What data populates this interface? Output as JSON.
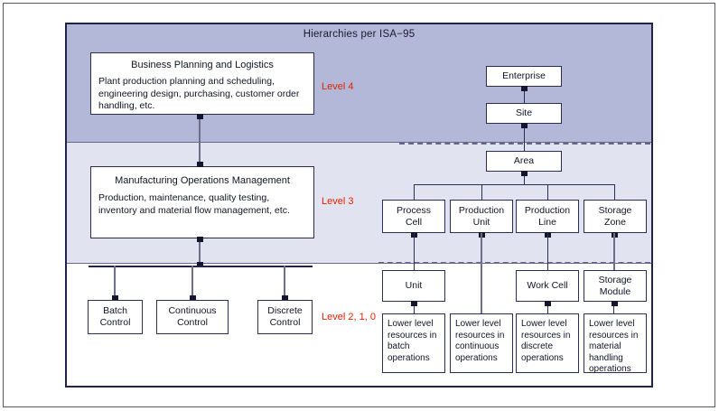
{
  "title": "Hierarchies per ISA−95",
  "levels": [
    {
      "id": "level4",
      "label": "Level 4"
    },
    {
      "id": "level3",
      "label": "Level 3"
    },
    {
      "id": "level210",
      "label": "Level 2, 1, 0"
    }
  ],
  "left_column": {
    "business_planning": {
      "title": "Business Planning and Logistics",
      "description": "Plant production planning and scheduling, engineering design, purchasing, customer order handling, etc."
    },
    "manufacturing_operations": {
      "title": "Manufacturing Operations Management",
      "description": "Production, maintenance, quality testing, inventory and material flow management, etc."
    },
    "controls": [
      {
        "label": "Batch\nControl"
      },
      {
        "label": "Continuous\nControl"
      },
      {
        "label": "Discrete\nControl"
      }
    ]
  },
  "right_hierarchy": {
    "top": [
      {
        "label": "Enterprise"
      },
      {
        "label": "Site"
      },
      {
        "label": "Area"
      }
    ],
    "middle": [
      {
        "label": "Process\nCell"
      },
      {
        "label": "Production\nUnit"
      },
      {
        "label": "Production\nLine"
      },
      {
        "label": "Storage\nZone"
      }
    ],
    "lower": [
      {
        "label": "Unit"
      },
      {
        "label": "Work Cell"
      },
      {
        "label": "Storage\nModule"
      }
    ],
    "leaves": [
      {
        "label": "Lower level resources in batch operations"
      },
      {
        "label": "Lower level resources in continuous operations"
      },
      {
        "label": "Lower level resources in discrete operations"
      },
      {
        "label": "Lower level resources in material handling operations"
      }
    ]
  },
  "colors": {
    "band_level4": "#b4b8d8",
    "band_level3": "#e2e3f1",
    "band_level210": "#ffffff",
    "level_label": "#e02200",
    "box_border": "#2b2d55",
    "panel_border": "#20234a"
  }
}
